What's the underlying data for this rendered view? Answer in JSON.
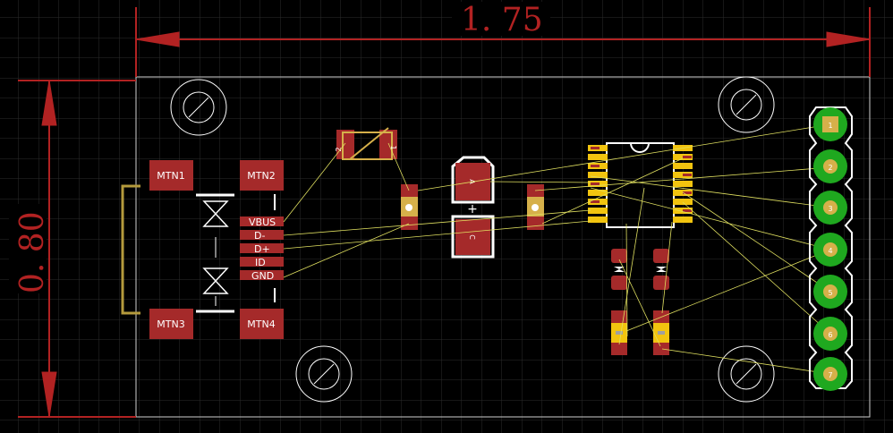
{
  "dimensions": {
    "width_label": "1. 75",
    "height_label": "0. 80"
  },
  "usb_connector": {
    "mounting_pads": [
      "MTN1",
      "MTN2",
      "MTN3",
      "MTN4"
    ],
    "signal_pads": [
      "VBUS",
      "D-",
      "D+",
      "ID",
      "GND"
    ]
  },
  "diode": {
    "pin_labels": [
      "2",
      "1"
    ]
  },
  "capacitor": {
    "anode_label": "A",
    "cathode_label": "C",
    "plus_sign": "+"
  },
  "header": {
    "pin_labels": [
      "1",
      "2",
      "3",
      "4",
      "5",
      "6",
      "7"
    ]
  },
  "colors": {
    "background": "#000000",
    "grid": "#2a2a2a",
    "dimension": "#b22222",
    "copper_pad": "#a52a2a",
    "silkscreen": "#ffffff",
    "ratsnest": "#e8e85a",
    "board_outline": "#d0d0d0",
    "header_ring": "#1fa81f",
    "smd_yellow": "#f2c40f"
  }
}
